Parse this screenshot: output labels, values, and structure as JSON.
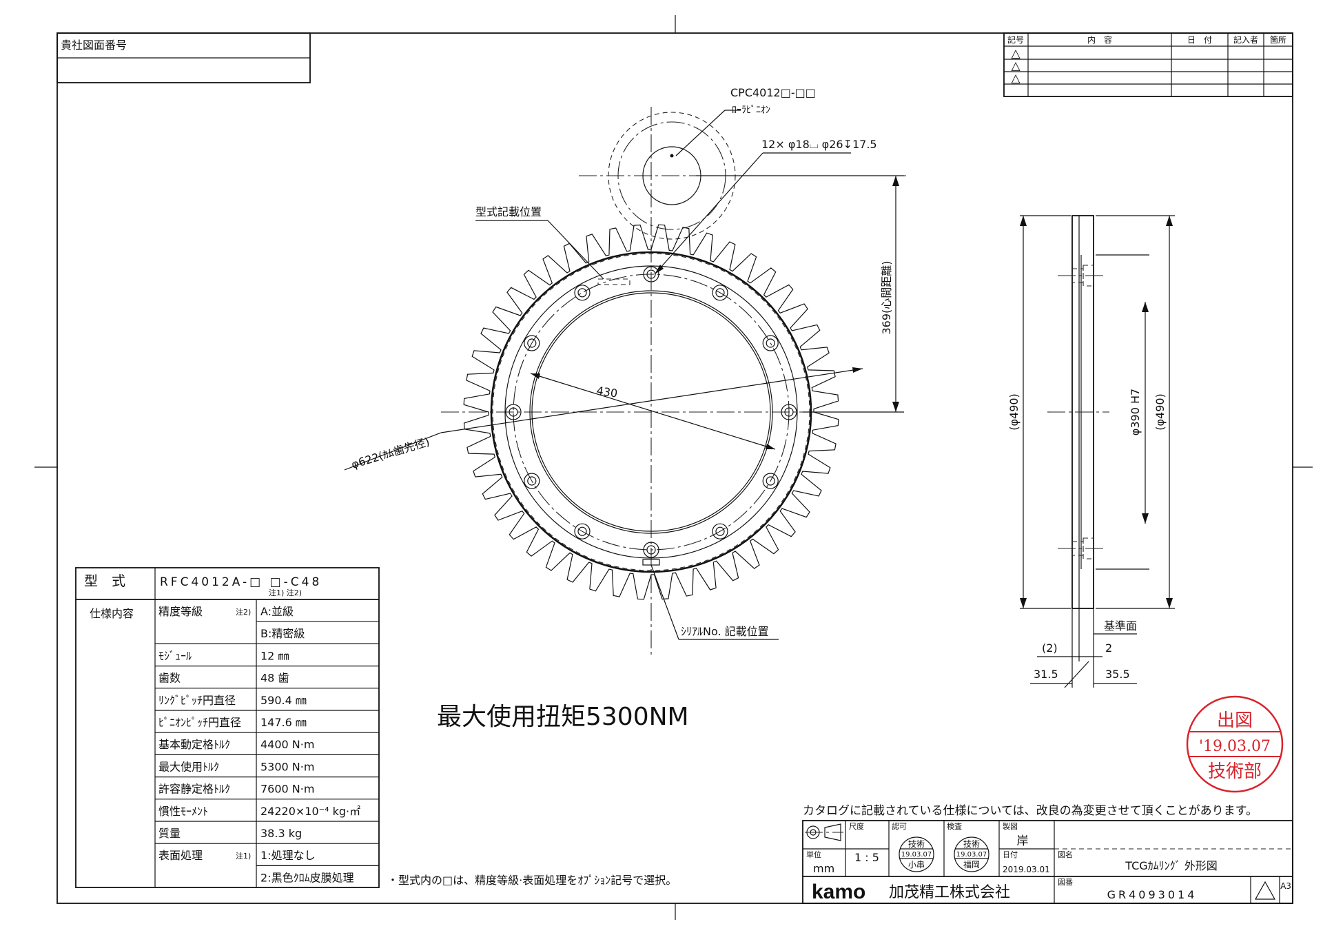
{
  "customer_box": {
    "label": "貴社図面番号"
  },
  "revision_table": {
    "headers": [
      "記号",
      "内　容",
      "日　付",
      "記入者",
      "箇所"
    ],
    "rows": [
      {
        "mark": "△"
      },
      {
        "mark": "△"
      },
      {
        "mark": "△"
      }
    ]
  },
  "drawing": {
    "pinion_label": "CPC4012□-□□",
    "pinion_sub": "ﾛｰﾗﾋﾟﾆｵﾝ",
    "hole_spec": "12× φ18⌴ φ26↧17.5",
    "model_position": "型式記載位置",
    "serial_position": "ｼﾘｱﾙNo. 記載位置",
    "center_distance": "369(心間距離)",
    "dia_430": "430",
    "dia_622": "φ622(ｶﾑ歯先径)",
    "side_dia_490_left": "(φ490)",
    "side_dia_390": "φ390 H7",
    "side_dia_490_right": "(φ490)",
    "datum_face": "基準面",
    "dim_2_paren": "(2)",
    "dim_2": "2",
    "dim_31_5": "31.5",
    "dim_35_5": "35.5",
    "max_torque_note": "最大使用扭矩5300NM"
  },
  "spec_table": {
    "model_label": "型　式",
    "model_value": "RFC4012A-□ □-C48",
    "model_notes": "注1) 注2)",
    "spec_label": "仕様内容",
    "rows": [
      {
        "name": "精度等級",
        "note": "注2)",
        "value": "A:並級"
      },
      {
        "name": "",
        "note": "",
        "value": "B:精密級"
      },
      {
        "name": "ﾓｼﾞｭｰﾙ",
        "note": "",
        "value": "12 ㎜"
      },
      {
        "name": "歯数",
        "note": "",
        "value": "48 歯"
      },
      {
        "name": "ﾘﾝｸﾞﾋﾟｯﾁ円直径",
        "note": "",
        "value": "590.4 ㎜"
      },
      {
        "name": "ﾋﾟﾆｵﾝﾋﾟｯﾁ円直径",
        "note": "",
        "value": "147.6 ㎜"
      },
      {
        "name": "基本動定格ﾄﾙｸ",
        "note": "",
        "value": "4400 N·m"
      },
      {
        "name": "最大使用ﾄﾙｸ",
        "note": "",
        "value": "5300 N·m"
      },
      {
        "name": "許容静定格ﾄﾙｸ",
        "note": "",
        "value": "7600 N·m"
      },
      {
        "name": "慣性ﾓｰﾒﾝﾄ",
        "note": "",
        "value": "24220×10⁻⁴ kg·㎡"
      },
      {
        "name": "質量",
        "note": "",
        "value": "38.3 kg"
      },
      {
        "name": "表面処理",
        "note": "注1)",
        "value": "1:処理なし"
      },
      {
        "name": "",
        "note": "",
        "value": "2:黒色ｸﾛﾑ皮膜処理"
      }
    ],
    "footnote": "・型式内の□は、精度等級·表面処理をｵﾌﾟｼｮﾝ記号で選択。"
  },
  "catalog_notice": "カタログに記載されている仕様については、改良の為変更させて頂くことがあります。",
  "title_block": {
    "scale_label": "尺度",
    "scale_value": "1 : 5",
    "unit_label": "単位",
    "unit_value": "mm",
    "approve_label": "認可",
    "check_label": "検査",
    "draft_label": "製図",
    "draft_name": "岸",
    "date_label": "日付",
    "date_value": "2019.03.01",
    "title_label": "図名",
    "title_value": "TCGｶﾑﾘﾝｸﾞ 外形図",
    "number_label": "図番",
    "number_value": "GR4093014",
    "sheet_size": "A3",
    "stamp_approve": {
      "top": "技術",
      "date": "19.03.07",
      "name": "小串"
    },
    "stamp_check": {
      "top": "技術",
      "date": "19.03.07",
      "name": "福岡"
    },
    "company_logo": "kamo",
    "company_name": "加茂精工株式会社"
  },
  "release_stamp": {
    "top": "出図",
    "date": "'19.03.07",
    "dept": "技術部",
    "color": "#d8242c"
  }
}
